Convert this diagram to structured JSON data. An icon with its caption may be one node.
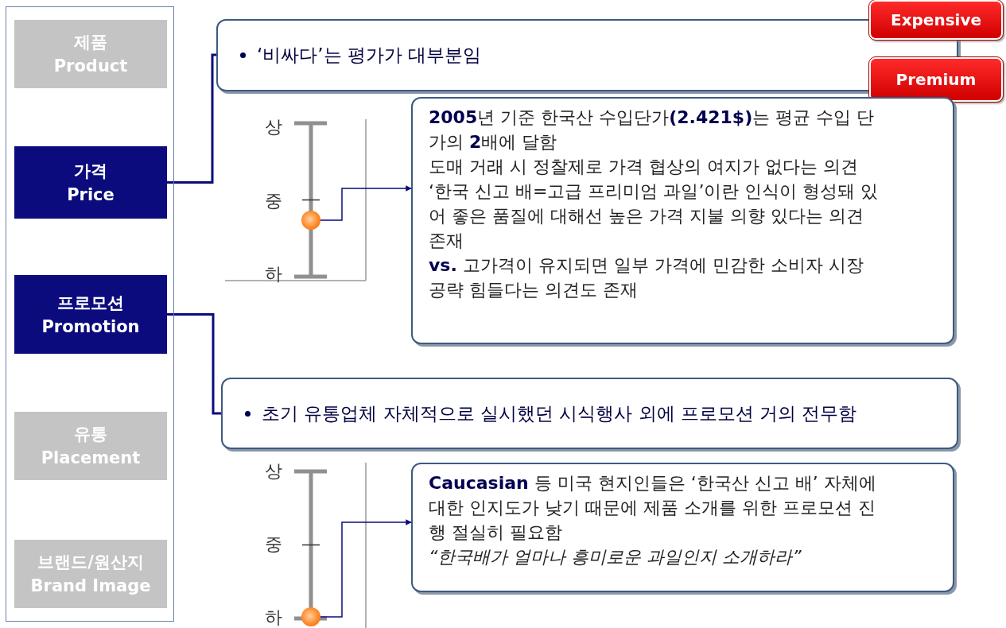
{
  "diagram": {
    "nodes": [
      {
        "text": [],
        "shape": "box"
      },
      {
        "text": [
          "제품",
          "Product"
        ],
        "in": 0
      },
      {
        "text": [
          "가격",
          "Price"
        ],
        "in": 0
      },
      {
        "text": [
          "프로모션",
          "Promotion"
        ],
        "in": 0
      },
      {
        "text": [
          "유통",
          "Placement"
        ],
        "in": 0
      },
      {
        "text": [
          "브랜드/원산지",
          "Brand Image"
        ],
        "in": 0
      },
      {
        "text": [
          "‘비싸다’는 평가가 대부분임"
        ]
      },
      {
        "text": [
          "Expensive"
        ]
      },
      {
        "text": [
          "Premium"
        ]
      },
      {
        "text": [],
        "shape": "circle"
      },
      {
        "text": [
          "**2005**년 기준 한국산 수입단가**(2.421$)**는 평균 수입 단가의 **2**배에 달함",
          "도매 거래 시 정찰제로 가격 협상의 여지가 없다는 의견",
          "‘한국 신고 배=고급 프리미엄 과일’이란 인식이 형성돼 있어 좋은 품질에 대해선 높은 가격 지불 의향 있다는 의견 존재",
          "**vs.** 고가격이 유지되면 일부 가격에 민감한 소비자 시장 공략 힘들다는 의견도 존재"
        ]
      },
      {
        "text": [
          "초기 유통업체 자체적으로 실시했던 시식행사 외에 프로모션 거의 전무함"
        ]
      },
      {
        "text": [],
        "shape": "circle"
      },
      {
        "text": [
          "**Caucasian** 등 미국 현지인들은 ‘한국산 신고 배’ 자체에 대한 인지도가 낮기 때문에 제품 소개를 위한 프로모션 진행 절실히 필요함",
          "*“한국배가 얼마나 흥미로운 과일인지 소개하라”*"
        ]
      }
    ],
    "edges": [
      {
        "from": 2,
        "to": 6,
        "arrow": "none"
      },
      {
        "from": 9,
        "to": 10,
        "arrow": "to"
      },
      {
        "from": 3,
        "to": 11,
        "arrow": "none"
      },
      {
        "from": 12,
        "to": 13,
        "arrow": "to"
      }
    ],
    "labels": [
      "상",
      "중",
      "하",
      "상",
      "중",
      "하"
    ]
  }
}
